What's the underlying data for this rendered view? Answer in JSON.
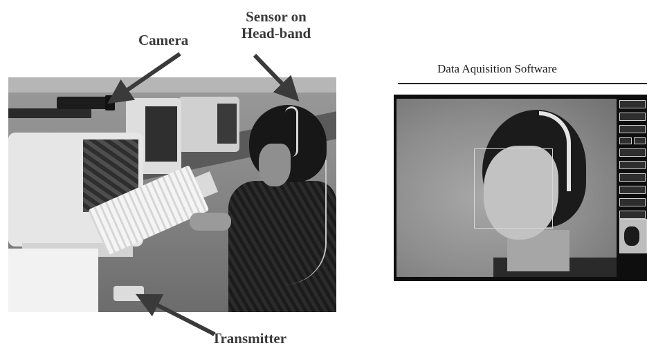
{
  "labels": {
    "camera": "Camera",
    "sensor_line1": "Sensor on",
    "sensor_line2": "Head-band",
    "transmitter": "Transmitter",
    "software_title": "Data Aquisition Software"
  },
  "colors": {
    "arrow": "#3a3a3a",
    "label_text": "#3a3a3a",
    "background": "#ffffff"
  },
  "software": {
    "control_button_count": 11
  }
}
